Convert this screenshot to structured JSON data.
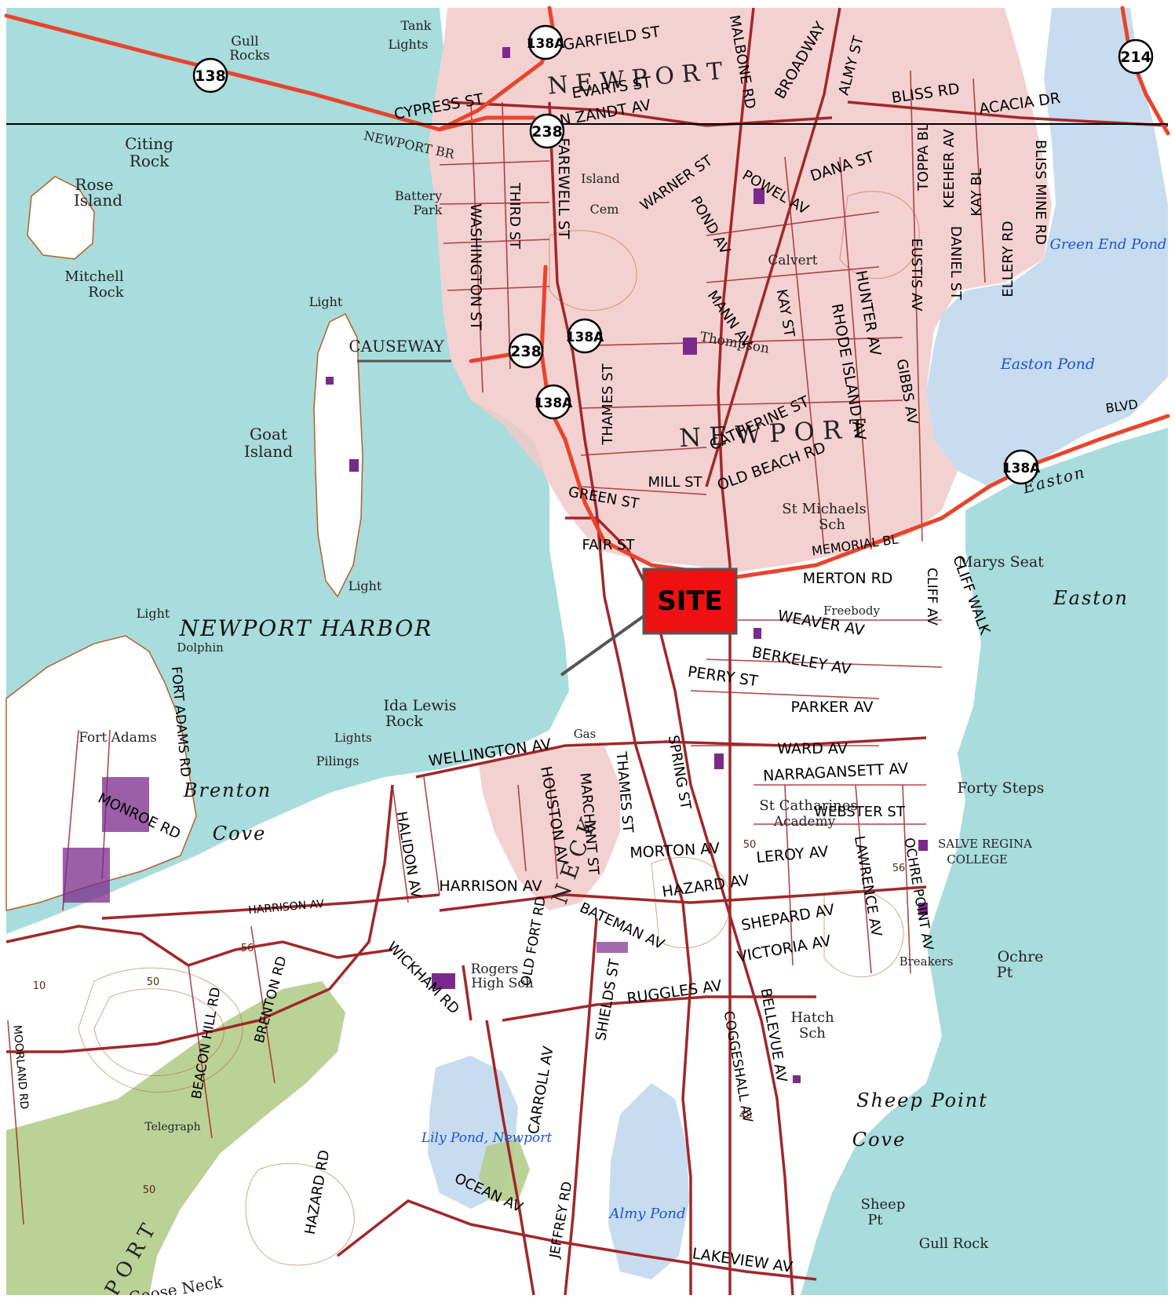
{
  "map": {
    "colors": {
      "water": "#a9dcdc",
      "pond": "#c8dcef",
      "land": "#ffffff",
      "urban": "#f2c9c9",
      "road": "#a0282a",
      "highway": "#e8442c",
      "forest": "#b4cd8c",
      "contour": "#b0622a",
      "site_box": "#ee1111",
      "building": "#7a2a8a"
    },
    "site_marker": {
      "label": "SITE"
    },
    "route_shields": [
      {
        "id": "r138",
        "label": "138"
      },
      {
        "id": "r138a-top",
        "label": "138A"
      },
      {
        "id": "r214",
        "label": "214"
      },
      {
        "id": "r238-top",
        "label": "238"
      },
      {
        "id": "r138a-mid",
        "label": "138A"
      },
      {
        "id": "r238-mid",
        "label": "238"
      },
      {
        "id": "r138a-low",
        "label": "138A"
      },
      {
        "id": "r138a-east",
        "label": "138A"
      }
    ],
    "water_labels": [
      {
        "id": "newport-harbor",
        "text": "NEWPORT  HARBOR"
      },
      {
        "id": "brenton",
        "text": "Brenton"
      },
      {
        "id": "cove-west",
        "text": "Cove"
      },
      {
        "id": "easton",
        "text": "Easton"
      },
      {
        "id": "sheep-point",
        "text": "Sheep  Point"
      },
      {
        "id": "cove-east",
        "text": "Cove"
      },
      {
        "id": "easton-beach",
        "text": "Easton"
      }
    ],
    "pond_labels": [
      {
        "id": "green-end-pond",
        "text": "Green End Pond"
      },
      {
        "id": "easton-pond",
        "text": "Easton Pond"
      },
      {
        "id": "lily-pond",
        "text": "Lily Pond, Newport"
      },
      {
        "id": "almy-pond",
        "text": "Almy Pond"
      }
    ],
    "place_labels": [
      {
        "id": "rose-island",
        "text": "Rose"
      },
      {
        "id": "rose-island-2",
        "text": "Island"
      },
      {
        "id": "citing-rock",
        "text": "Citing"
      },
      {
        "id": "citing-rock-2",
        "text": "Rock"
      },
      {
        "id": "mitchell-rock",
        "text": "Mitchell"
      },
      {
        "id": "mitchell-rock-2",
        "text": "Rock"
      },
      {
        "id": "goat-island",
        "text": "Goat"
      },
      {
        "id": "goat-island-2",
        "text": "Island"
      },
      {
        "id": "gull-rocks",
        "text": "Gull"
      },
      {
        "id": "gull-rocks-2",
        "text": "Rocks"
      },
      {
        "id": "ida-lewis-rock",
        "text": "Ida Lewis"
      },
      {
        "id": "ida-lewis-rock-2",
        "text": "Rock"
      },
      {
        "id": "forty-steps",
        "text": "Forty Steps"
      },
      {
        "id": "ochre-pt",
        "text": "Ochre"
      },
      {
        "id": "ochre-pt-2",
        "text": "Pt"
      },
      {
        "id": "sheep-pt",
        "text": "Sheep"
      },
      {
        "id": "sheep-pt-2",
        "text": "Pt"
      },
      {
        "id": "gull-rock",
        "text": "Gull Rock"
      },
      {
        "id": "marys-seat",
        "text": "Marys Seat"
      },
      {
        "id": "salve-regina",
        "text": "SALVE REGINA"
      },
      {
        "id": "college",
        "text": "COLLEGE"
      },
      {
        "id": "fort-adams",
        "text": "Fort Adams"
      },
      {
        "id": "causeway",
        "text": "CAUSEWAY"
      },
      {
        "id": "light-1",
        "text": "Light"
      },
      {
        "id": "light-2",
        "text": "Light"
      },
      {
        "id": "light-3",
        "text": "Light"
      },
      {
        "id": "lights-tank",
        "text": "Lights"
      },
      {
        "id": "tank",
        "text": "Tank"
      },
      {
        "id": "battery-park",
        "text": "Battery"
      },
      {
        "id": "battery-park-2",
        "text": "Park"
      },
      {
        "id": "island-cem",
        "text": "Island"
      },
      {
        "id": "island-cem-2",
        "text": "Cem"
      },
      {
        "id": "dolphin",
        "text": "Dolphin"
      },
      {
        "id": "pilings",
        "text": "Pilings"
      },
      {
        "id": "lights-rock",
        "text": "Lights"
      },
      {
        "id": "hatch-sch",
        "text": "Hatch"
      },
      {
        "id": "hatch-sch-2",
        "text": "Sch"
      },
      {
        "id": "breakers",
        "text": "Breakers"
      },
      {
        "id": "calvert",
        "text": "Calvert"
      },
      {
        "id": "thompson",
        "text": "Thompson"
      },
      {
        "id": "st-michaels",
        "text": "St Michaels"
      },
      {
        "id": "st-michaels-2",
        "text": "Sch"
      },
      {
        "id": "rogers",
        "text": "Rogers"
      },
      {
        "id": "rogers-2",
        "text": "High Sch"
      },
      {
        "id": "st-catharines",
        "text": "St Catharines"
      },
      {
        "id": "st-catharines-2",
        "text": "Academy"
      },
      {
        "id": "freebody",
        "text": "Freebody"
      },
      {
        "id": "gas",
        "text": "Gas"
      },
      {
        "id": "newport-bridge",
        "text": "NEWPORT  BR"
      },
      {
        "id": "telegraph",
        "text": "Telegraph"
      },
      {
        "id": "goose-neck",
        "text": "Goose Neck"
      },
      {
        "id": "newport-town",
        "text": "N E W P O R T"
      },
      {
        "id": "north-newport",
        "text": "N E W P O R T"
      },
      {
        "id": "newport-neck",
        "text": "N E C K"
      },
      {
        "id": "newport-sw",
        "text": "N E W P O R T"
      }
    ],
    "street_labels": [
      {
        "id": "garfield-st",
        "text": "GARFIELD ST"
      },
      {
        "id": "cypress-st",
        "text": "CYPRESS ST"
      },
      {
        "id": "van-zandt-av",
        "text": "VAN ZANDT AV"
      },
      {
        "id": "evarts-st",
        "text": "EVARTS ST"
      },
      {
        "id": "bliss-rd",
        "text": "BLISS RD"
      },
      {
        "id": "acacia-dr",
        "text": "ACACIA DR"
      },
      {
        "id": "dana-st",
        "text": "DANA ST"
      },
      {
        "id": "farewell-st",
        "text": "FAREWELL ST"
      },
      {
        "id": "third-st",
        "text": "THIRD ST"
      },
      {
        "id": "washington-st",
        "text": "WASHINGTON ST"
      },
      {
        "id": "warner-st",
        "text": "WARNER ST"
      },
      {
        "id": "pond-av",
        "text": "POND AV"
      },
      {
        "id": "powel-av",
        "text": "POWEL AV"
      },
      {
        "id": "broadway",
        "text": "BROADWAY"
      },
      {
        "id": "almy-st",
        "text": "ALMY ST"
      },
      {
        "id": "malbone-rd",
        "text": "MALBONE RD"
      },
      {
        "id": "toppa-bl",
        "text": "TOPPA BL"
      },
      {
        "id": "keeher-av",
        "text": "KEEHER AV"
      },
      {
        "id": "kay-bl",
        "text": "KAY BL"
      },
      {
        "id": "bliss-mine-rd",
        "text": "BLISS MINE RD"
      },
      {
        "id": "ellery-rd",
        "text": "ELLERY RD"
      },
      {
        "id": "eustis-av",
        "text": "EUSTIS AV"
      },
      {
        "id": "daniel-st",
        "text": "DANIEL ST"
      },
      {
        "id": "hunter-av",
        "text": "HUNTER AV"
      },
      {
        "id": "kay-st",
        "text": "KAY ST"
      },
      {
        "id": "mann-av",
        "text": "MANN AV"
      },
      {
        "id": "rhode-island-av",
        "text": "RHODE ISLAND AV"
      },
      {
        "id": "gibbs-av",
        "text": "GIBBS AV"
      },
      {
        "id": "thames-st",
        "text": "THAMES ST"
      },
      {
        "id": "catherine-st",
        "text": "CATHERINE ST"
      },
      {
        "id": "old-beach-rd",
        "text": "OLD BEACH RD"
      },
      {
        "id": "mill-st",
        "text": "MILL ST"
      },
      {
        "id": "green-st",
        "text": "GREEN ST"
      },
      {
        "id": "fair-st",
        "text": "FAIR ST"
      },
      {
        "id": "memorial-bl",
        "text": "MEMORIAL BL"
      },
      {
        "id": "merton-rd",
        "text": "MERTON RD"
      },
      {
        "id": "weaver-av",
        "text": "WEAVER AV"
      },
      {
        "id": "berkeley-av",
        "text": "BERKELEY AV"
      },
      {
        "id": "perry-st",
        "text": "PERRY ST"
      },
      {
        "id": "parker-av",
        "text": "PARKER AV"
      },
      {
        "id": "ward-av",
        "text": "WARD AV"
      },
      {
        "id": "narragansett-av",
        "text": "NARRAGANSETT AV"
      },
      {
        "id": "webster-st",
        "text": "WEBSTER ST"
      },
      {
        "id": "leroy-av",
        "text": "LEROY AV"
      },
      {
        "id": "lawrence-av",
        "text": "LAWRENCE AV"
      },
      {
        "id": "ochre-point-av",
        "text": "OCHRE POINT AV"
      },
      {
        "id": "cliff-av",
        "text": "CLIFF AV"
      },
      {
        "id": "cliff-walk",
        "text": "CLIFF WALK"
      },
      {
        "id": "wellington-av",
        "text": "WELLINGTON AV"
      },
      {
        "id": "houston-av",
        "text": "HOUSTON AV"
      },
      {
        "id": "marchant-st",
        "text": "MARCHANT ST"
      },
      {
        "id": "thames-st-2",
        "text": "THAMES ST"
      },
      {
        "id": "spring-st",
        "text": "SPRING ST"
      },
      {
        "id": "morton-av",
        "text": "MORTON AV"
      },
      {
        "id": "hazard-av",
        "text": "HAZARD AV"
      },
      {
        "id": "shepard-av",
        "text": "SHEPARD AV"
      },
      {
        "id": "harrison-av",
        "text": "HARRISON AV"
      },
      {
        "id": "halidon-av",
        "text": "HALIDON AV"
      },
      {
        "id": "bateman-av",
        "text": "BATEMAN AV"
      },
      {
        "id": "victoria-av",
        "text": "VICTORIA AV"
      },
      {
        "id": "ruggles-av",
        "text": "RUGGLES AV"
      },
      {
        "id": "bellevue-av",
        "text": "BELLEVUE AV"
      },
      {
        "id": "coggeshall-av",
        "text": "COGGESHALL AV"
      },
      {
        "id": "shields-st",
        "text": "SHIELDS ST"
      },
      {
        "id": "carroll-av",
        "text": "CARROLL AV"
      },
      {
        "id": "old-fort-rd",
        "text": "OLD FORT RD"
      },
      {
        "id": "wickham-rd",
        "text": "WICKHAM RD"
      },
      {
        "id": "brenton-rd",
        "text": "BRENTON RD"
      },
      {
        "id": "beacon-hill-rd",
        "text": "BEACON HILL RD"
      },
      {
        "id": "hazard-rd",
        "text": "HAZARD RD"
      },
      {
        "id": "ocean-av",
        "text": "OCEAN AV"
      },
      {
        "id": "jeffrey-rd",
        "text": "JEFFREY RD"
      },
      {
        "id": "lakeview-av",
        "text": "LAKEVIEW AV"
      },
      {
        "id": "fort-adams-rd",
        "text": "FORT ADAMS RD"
      },
      {
        "id": "monroe-rd",
        "text": "MONROE RD"
      },
      {
        "id": "harrison-av-2",
        "text": "HARRISON AV"
      },
      {
        "id": "moorland-rd",
        "text": "MOORLAND RD"
      },
      {
        "id": "beach-blvd",
        "text": "BLVD"
      }
    ],
    "spot_heights": [
      "56",
      "50",
      "56",
      "50",
      "48",
      "50",
      "10"
    ]
  }
}
